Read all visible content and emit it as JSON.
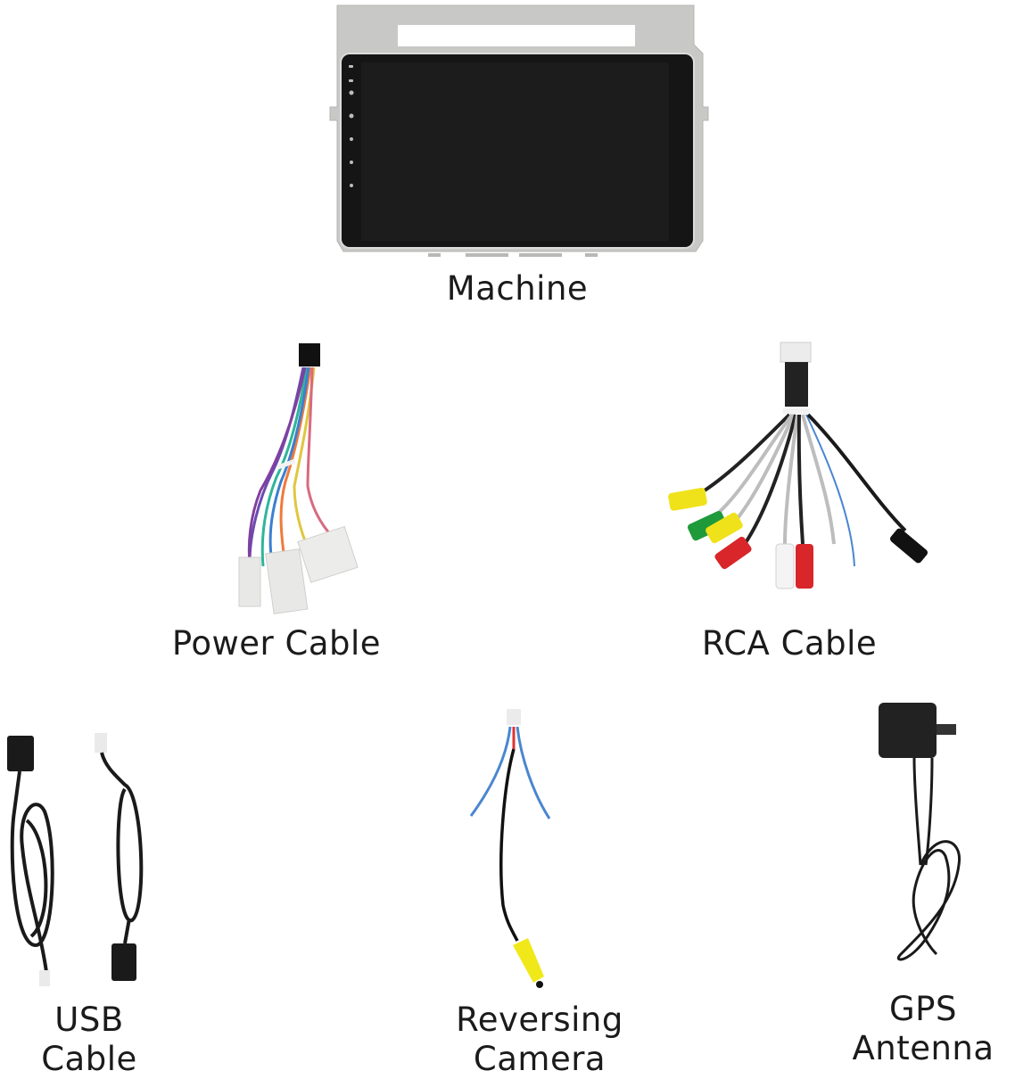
{
  "items": [
    {
      "id": "machine",
      "label": "Machine",
      "icon": "car-stereo-head-unit-icon"
    },
    {
      "id": "power",
      "label": "Power Cable",
      "icon": "power-cable-harness-icon"
    },
    {
      "id": "rca",
      "label": "RCA Cable",
      "icon": "rca-cable-icon"
    },
    {
      "id": "usb",
      "label_line1": "USB",
      "label_line2": "Cable",
      "icon": "usb-cable-icon"
    },
    {
      "id": "camera",
      "label_line1": "Reversing",
      "label_line2": "Camera",
      "icon": "reversing-camera-cable-icon"
    },
    {
      "id": "gps",
      "label_line1": "GPS",
      "label_line2": "Antenna",
      "icon": "gps-antenna-icon"
    }
  ],
  "colors": {
    "bezel_silver": "#c9c9c7",
    "screen_black": "#1a1a1a",
    "rca_yellow": "#f0e21a",
    "rca_green": "#1f9a3a",
    "rca_red": "#d8262a",
    "wire_blue": "#4a86d0"
  }
}
